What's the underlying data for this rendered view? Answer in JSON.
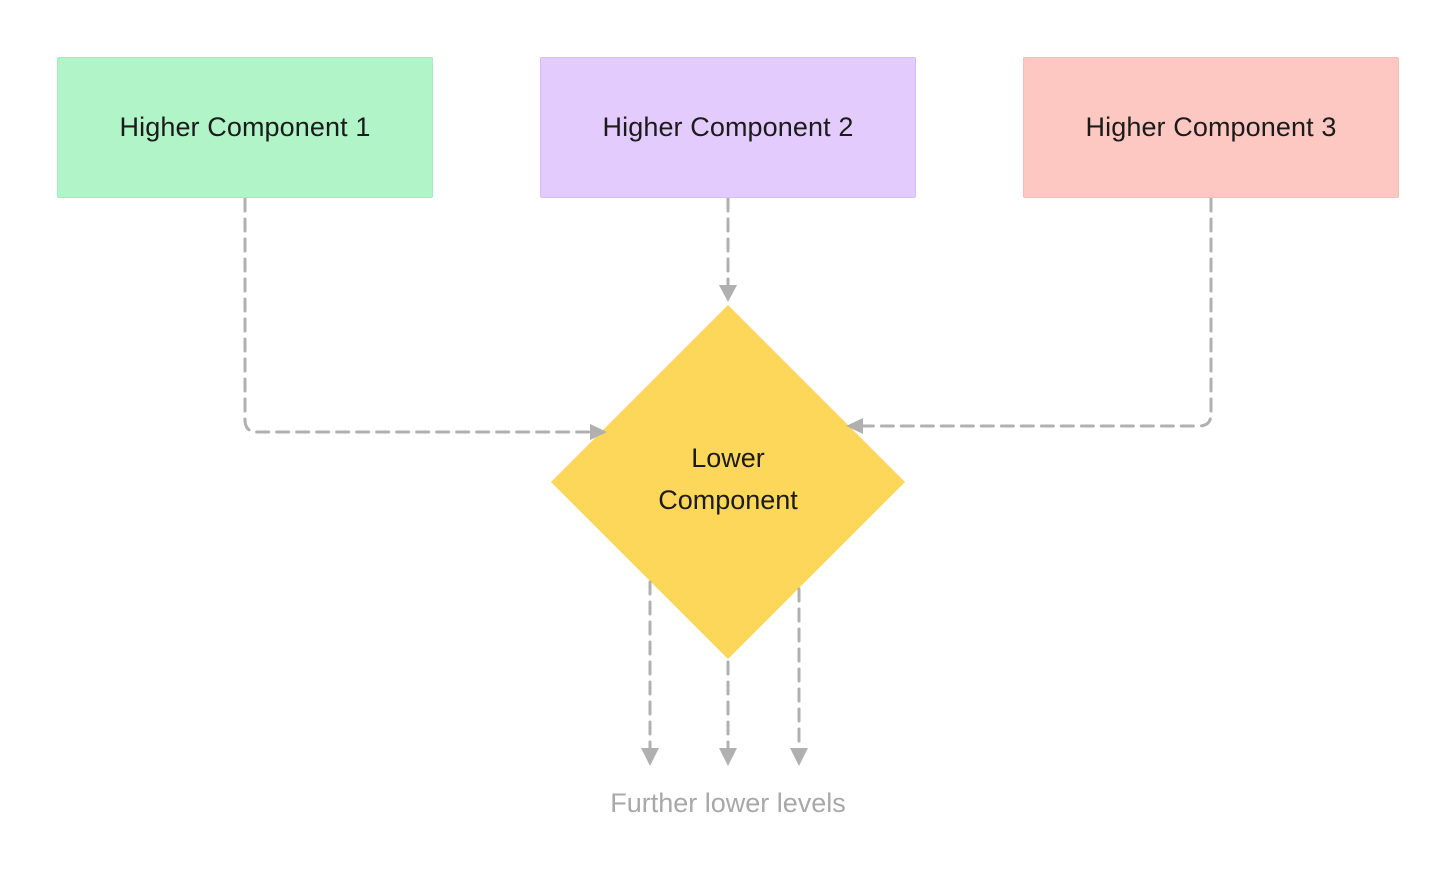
{
  "nodes": {
    "higher_1": {
      "label": "Higher Component 1",
      "color": "#b0f4c8"
    },
    "higher_2": {
      "label": "Higher Component 2",
      "color": "#e3ccfd"
    },
    "higher_3": {
      "label": "Higher Component 3",
      "color": "#fec8c2"
    },
    "lower": {
      "line1": "Lower",
      "line2": "Component",
      "color": "#fdd75a"
    }
  },
  "footer_label": "Further lower levels",
  "edges": [
    {
      "from": "Higher Component 1",
      "to": "Lower Component",
      "style": "dashed"
    },
    {
      "from": "Higher Component 2",
      "to": "Lower Component",
      "style": "dashed"
    },
    {
      "from": "Higher Component 3",
      "to": "Lower Component",
      "style": "dashed"
    },
    {
      "from": "Lower Component",
      "to": "Further lower levels",
      "style": "dashed"
    },
    {
      "from": "Lower Component",
      "to": "Further lower levels",
      "style": "dashed"
    },
    {
      "from": "Lower Component",
      "to": "Further lower levels",
      "style": "dashed"
    }
  ],
  "connector_color": "#b0b0b0"
}
